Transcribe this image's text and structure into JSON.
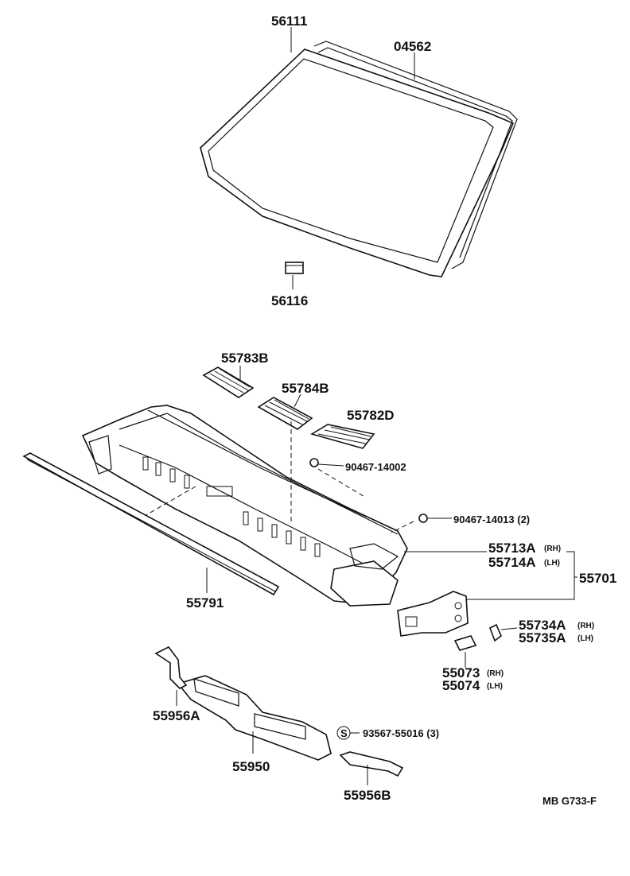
{
  "labels": {
    "p56111": "56111",
    "p04562": "04562",
    "p56116": "56116",
    "p55783B": "55783B",
    "p55784B": "55784B",
    "p55782D": "55782D",
    "p90467_14002": "90467-14002",
    "p90467_14013": "90467-14013 (2)",
    "p55713A": "55713A",
    "p55713A_side": "(RH)",
    "p55714A": "55714A",
    "p55714A_side": "(LH)",
    "p55701": "55701",
    "p55791": "55791",
    "p55734A": "55734A",
    "p55734A_side": "(RH)",
    "p55735A": "55735A",
    "p55735A_side": "(LH)",
    "p55073": "55073",
    "p55073_side": "(RH)",
    "p55074": "55074",
    "p55074_side": "(LH)",
    "p55956A": "55956A",
    "screw_symbol": "S",
    "p93567": "93567-55016 (3)",
    "p55950": "55950",
    "p55956B": "55956B",
    "ref_code": "MB  G733-F"
  }
}
